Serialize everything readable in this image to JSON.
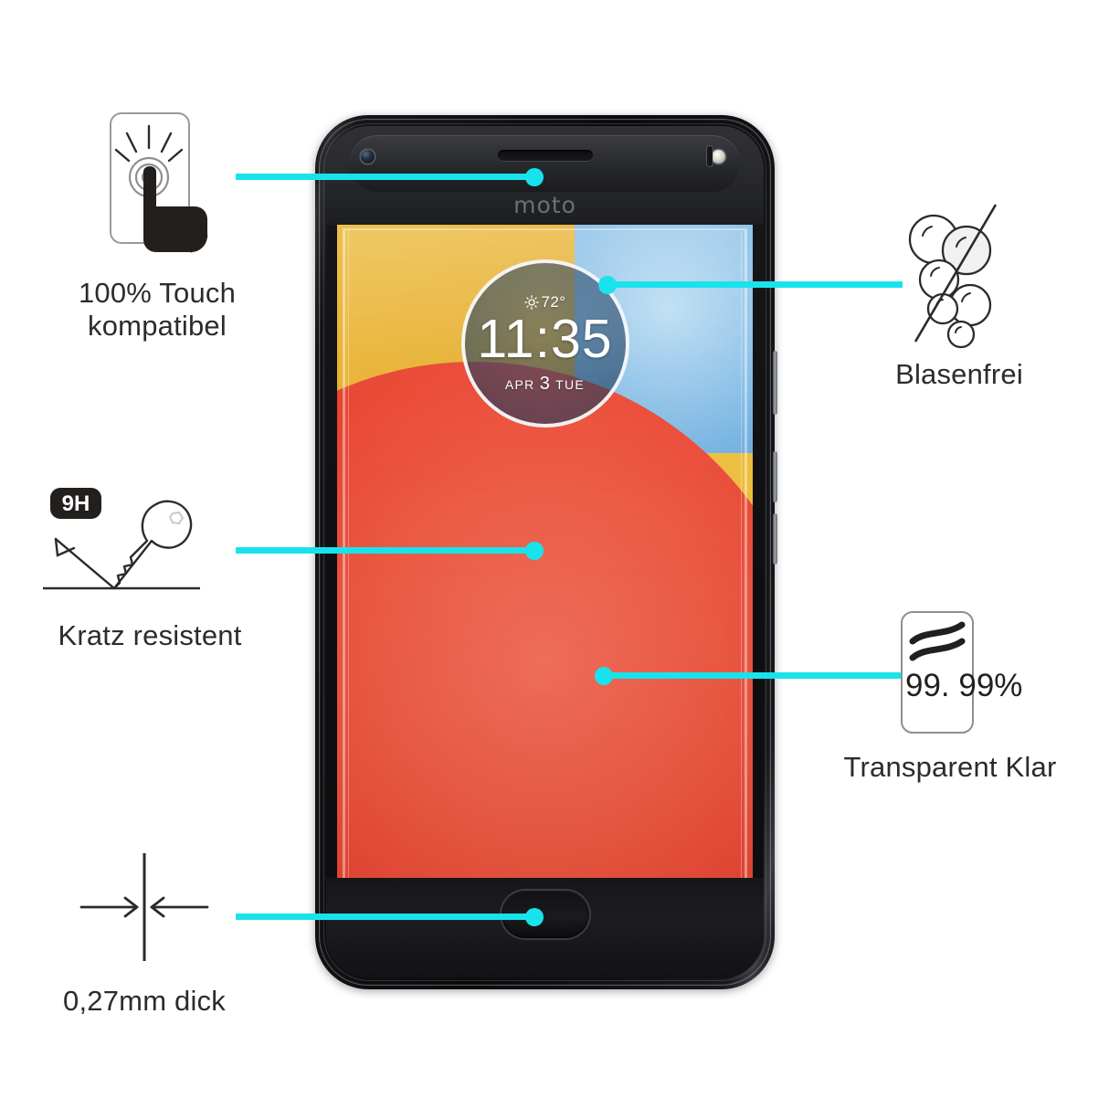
{
  "product": {
    "type": "tempered-glass-screen-protector-infographic",
    "device_brand": "moto",
    "language": "de"
  },
  "accent_color": "#18e3ec",
  "text_color": "#2c2c2c",
  "features": [
    {
      "id": "touch",
      "icon": "touch-finger-icon",
      "label": "100% Touch\nkompatibel",
      "side": "left"
    },
    {
      "id": "scratch",
      "icon": "key-hardness-icon",
      "badge": "9H",
      "label": "Kratz resistent",
      "side": "left"
    },
    {
      "id": "thickness",
      "icon": "thickness-arrows-icon",
      "label": "0,27mm dick",
      "side": "left"
    },
    {
      "id": "bubble",
      "icon": "no-bubbles-icon",
      "label": "Blasenfrei",
      "side": "right"
    },
    {
      "id": "clear",
      "icon": "clarity-icon",
      "badge": "99. 99%",
      "label": "Transparent Klar",
      "side": "right"
    }
  ],
  "phone": {
    "brand_logo": "moto",
    "lockscreen": {
      "weather_icon": "sun-icon",
      "temperature": "72°",
      "time": "11:35",
      "date_month": "APR",
      "date_day": "3",
      "date_weekday": "TUE"
    },
    "wallpaper_colors": {
      "yellow": "#e8b233",
      "blue": "#3f82c4",
      "light_blue": "#8cc2ea",
      "red": "#e8432f",
      "orange": "#f39423"
    },
    "frame_color": "#0d0d0f"
  }
}
